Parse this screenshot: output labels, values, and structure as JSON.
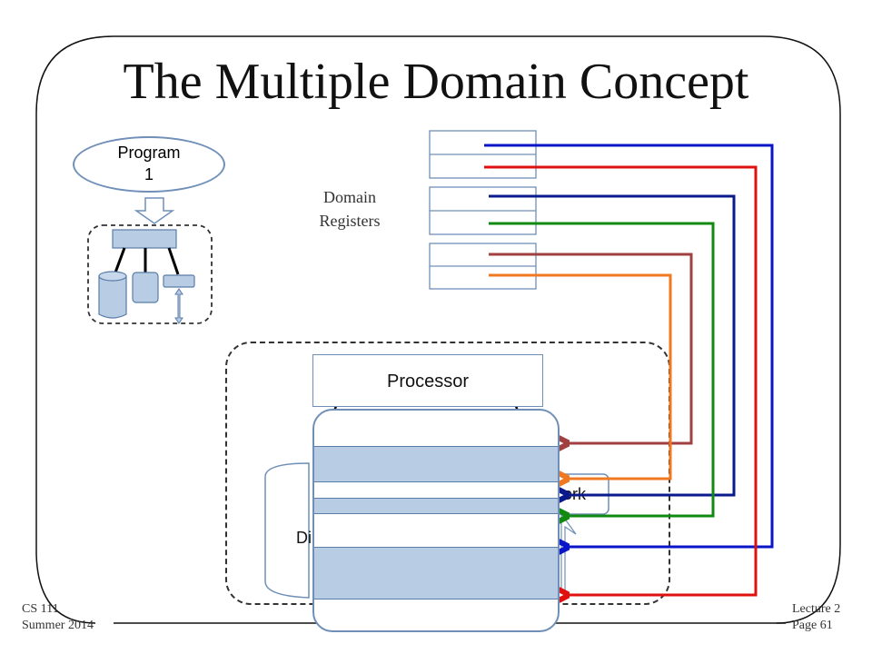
{
  "slide": {
    "title": "The Multiple Domain Concept"
  },
  "program": {
    "label_line1": "Program",
    "label_line2": "1"
  },
  "domain_registers": {
    "label_line1": "Domain",
    "label_line2": "Registers",
    "register_count": 3
  },
  "hardware": {
    "processor_label": "Processor",
    "network_label_fragment": "ork",
    "disk_label_fragment": "Di"
  },
  "footer": {
    "course": "CS 111",
    "term": "Summer 2014",
    "lecture": "Lecture 2",
    "page": "Page 61"
  },
  "colors": {
    "wire_blue": "#0a14c8",
    "wire_red": "#e01010",
    "wire_navy": "#0a1a8c",
    "wire_green": "#108a10",
    "wire_brown": "#a04040",
    "wire_orange": "#f07820",
    "box_border": "#6f8fb8",
    "fill_blue": "#b8cce4"
  }
}
